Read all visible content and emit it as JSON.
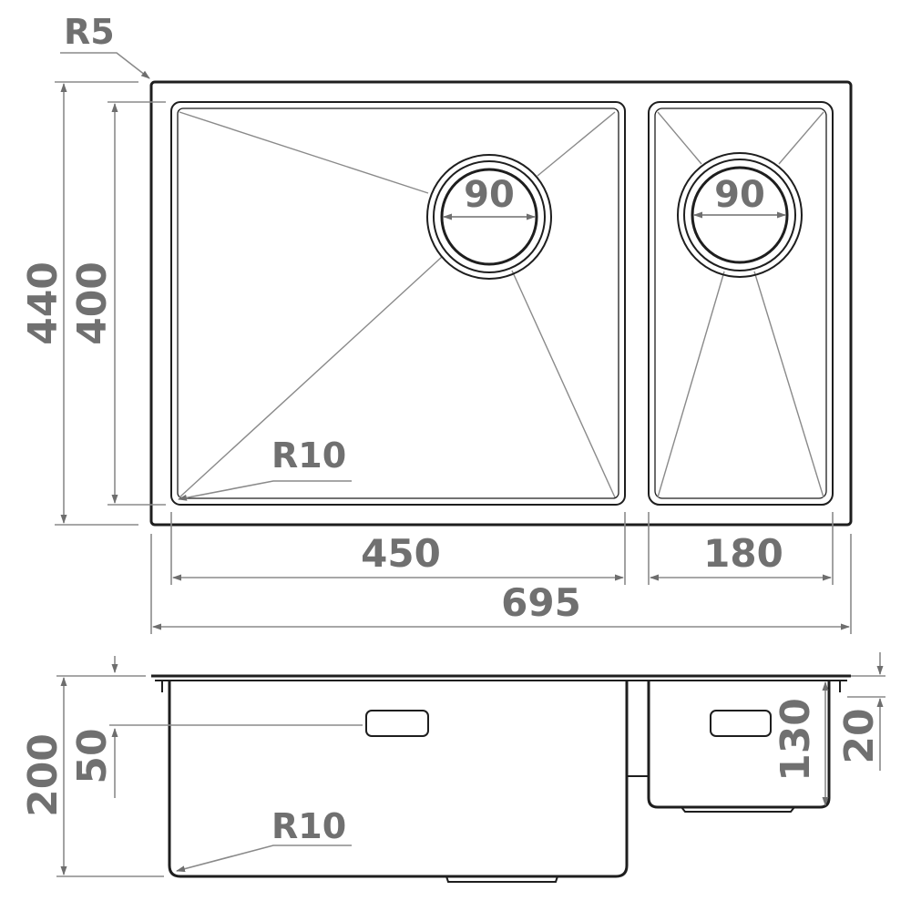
{
  "labels": {
    "corner_outer_radius": "R5",
    "overall_depth": "440",
    "bowl_depth": "400",
    "drain_main": "90",
    "drain_small": "90",
    "corner_radius_top": "R10",
    "width_main_bowl": "450",
    "width_small_bowl": "180",
    "overall_width": "695",
    "height_total": "200",
    "overflow_offset": "50",
    "corner_radius_side": "R10",
    "height_small_bowl": "130",
    "flange_height": "20"
  },
  "colors": {
    "outline": "#1e1e1e",
    "dimension": "#8a8a8a",
    "text": "#707070"
  }
}
